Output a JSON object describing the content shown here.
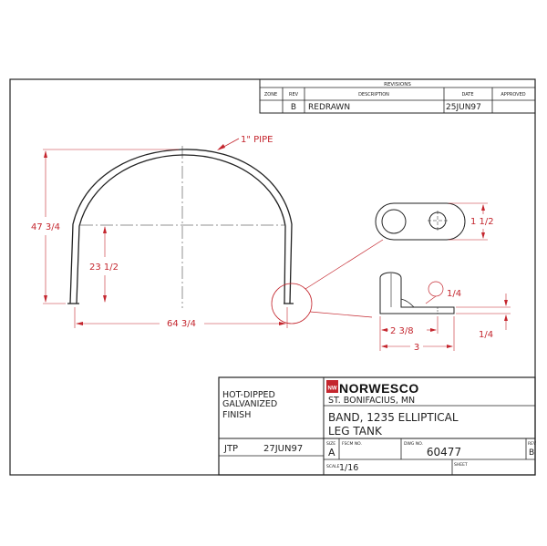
{
  "revisions": {
    "title": "REVISIONS",
    "headers": {
      "zone": "ZONE",
      "rev": "REV",
      "description": "DESCRIPTION",
      "date": "DATE",
      "approved": "APPROVED"
    },
    "row": {
      "zone": "",
      "rev": "B",
      "description": "REDRAWN",
      "date": "25JUN97",
      "approved": ""
    }
  },
  "drawing": {
    "pipe_label": "1\" PIPE",
    "dims": {
      "height_total": "47 3/4",
      "height_leg": "23 1/2",
      "width": "64 3/4",
      "tab_height": "1 1/2",
      "hole_offset": "2 3/8",
      "tab_length": "3",
      "thickness": "1/4",
      "radius": "1/4"
    }
  },
  "title_block": {
    "notes": [
      "HOT-DIPPED",
      "GALVANIZED",
      "FINISH"
    ],
    "drawn_by": "JTP",
    "drawn_date": "27JUN97",
    "company": "NORWESCO",
    "company_mark": "NW",
    "location": "ST. BONIFACIUS, MN",
    "title_line1": "BAND, 1235 ELLIPTICAL",
    "title_line2": "LEG TANK",
    "size_label": "SIZE",
    "size": "A",
    "fscm_label": "FSCM NO.",
    "dwg_label": "DWG NO.",
    "dwg_no": "60477",
    "rev_label": "REV",
    "rev": "B",
    "scale_label": "SCALE",
    "scale": "1/16",
    "sheet_label": "SHEET"
  }
}
